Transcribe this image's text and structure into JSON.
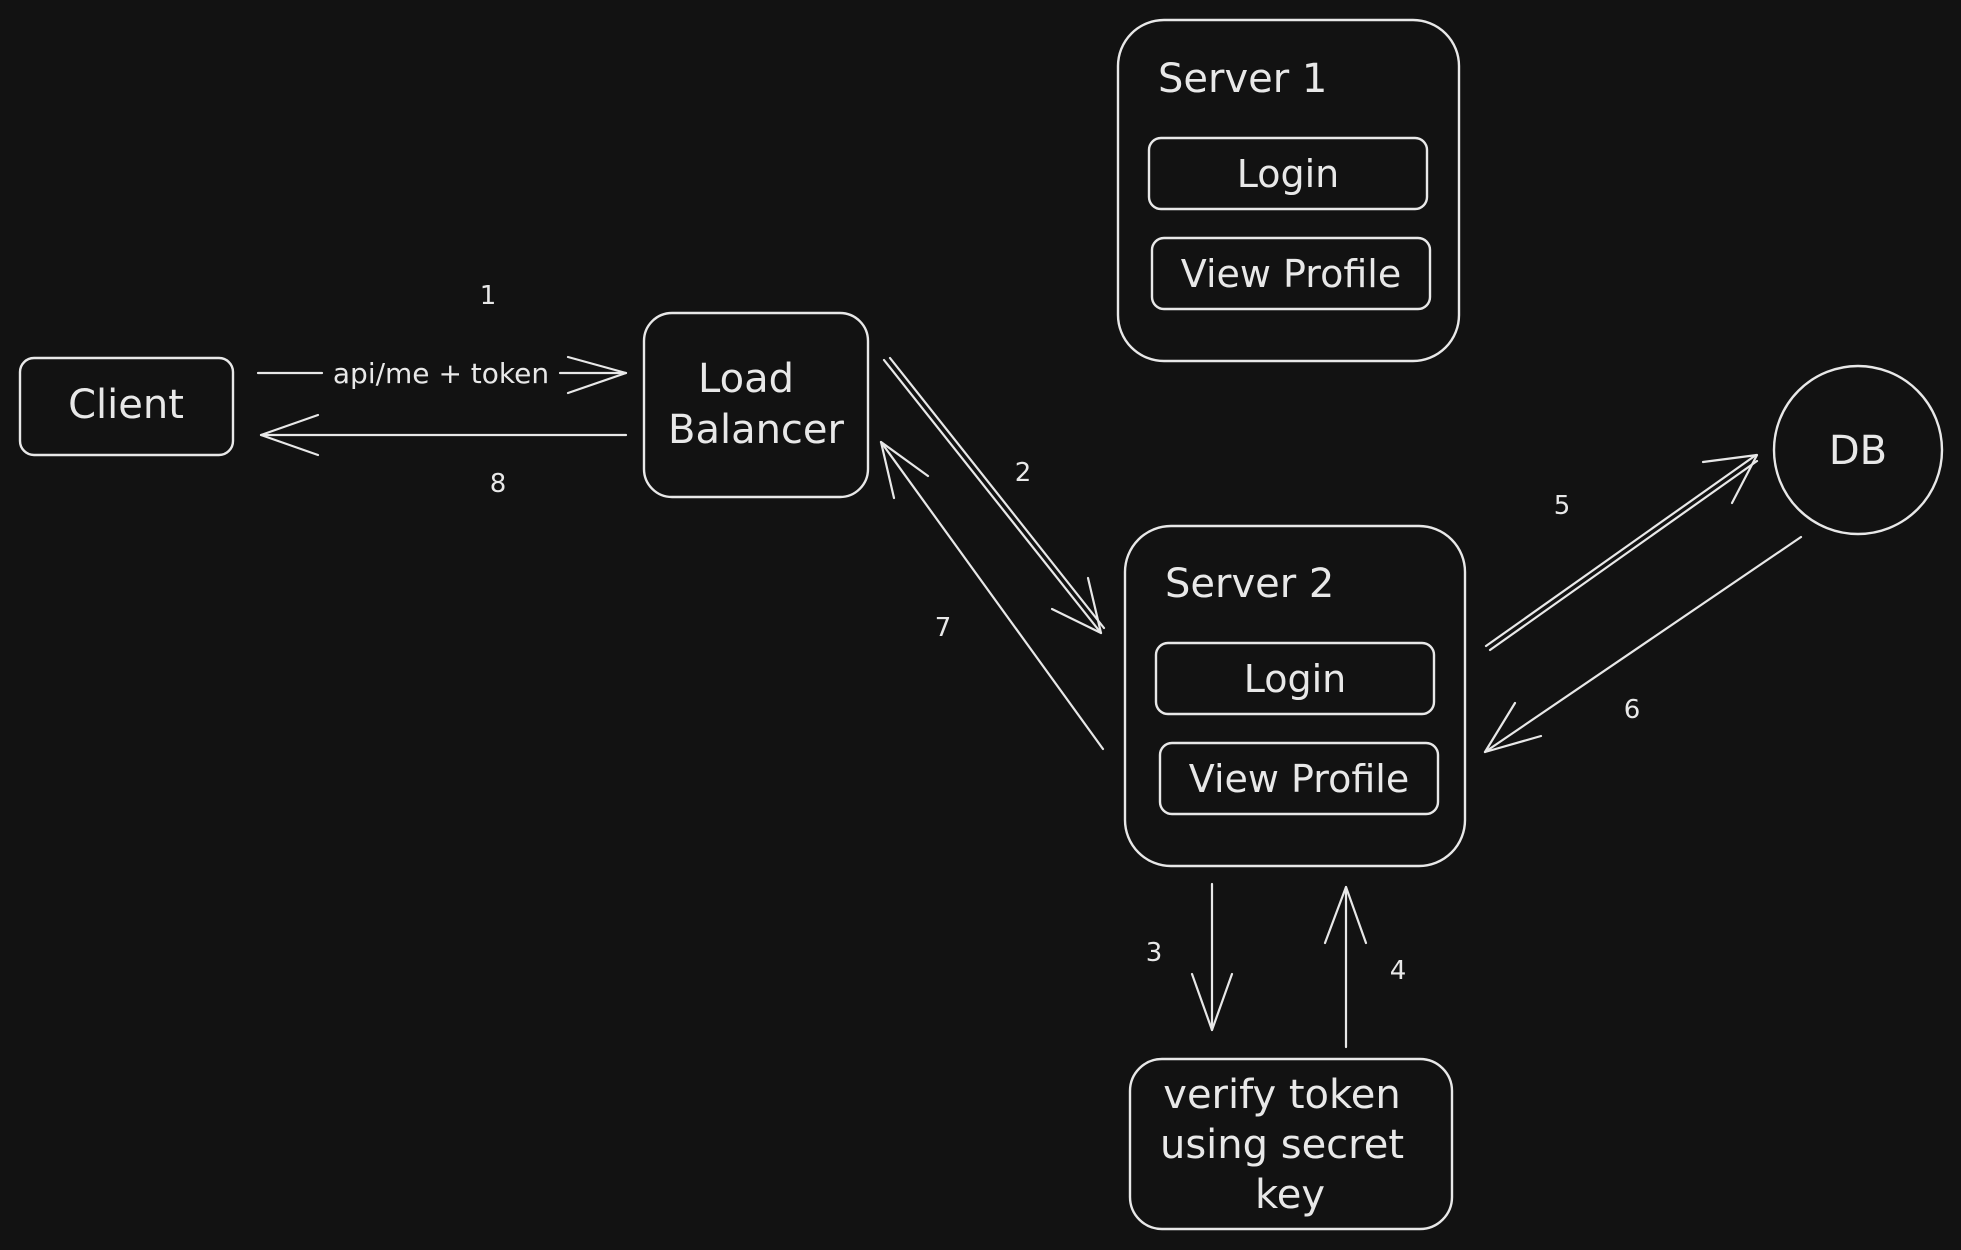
{
  "colors": {
    "background": "#121212",
    "stroke": "#e8e8e8"
  },
  "nodes": {
    "client": {
      "label": "Client"
    },
    "load_balancer": {
      "line1": "Load",
      "line2": "Balancer"
    },
    "server1": {
      "title": "Server 1",
      "login": "Login",
      "view_profile": "View Profile"
    },
    "server2": {
      "title": "Server 2",
      "login": "Login",
      "view_profile": "View Profile"
    },
    "db": {
      "label": "DB"
    },
    "verify": {
      "line1": "verify token",
      "line2": "using secret",
      "line3": "key"
    }
  },
  "edges": {
    "e1": {
      "step": "1",
      "label": "api/me + token"
    },
    "e2": {
      "step": "2"
    },
    "e3": {
      "step": "3"
    },
    "e4": {
      "step": "4"
    },
    "e5": {
      "step": "5"
    },
    "e6": {
      "step": "6"
    },
    "e7": {
      "step": "7"
    },
    "e8": {
      "step": "8"
    }
  }
}
